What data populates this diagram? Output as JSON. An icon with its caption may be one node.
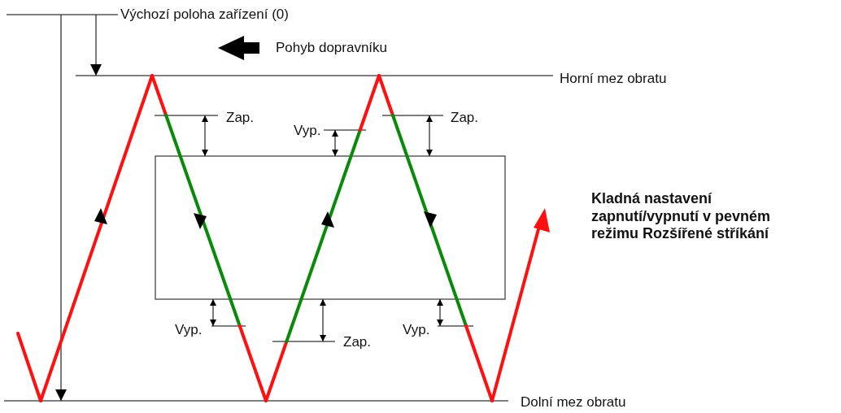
{
  "diagram": {
    "title": "Kladná nastavení zapnutí/vypnutí v pevném režimu Rozšířené stříkání",
    "nodes": [
      {
        "text": [],
        "shape": "box"
      }
    ],
    "labels": [
      "Výchozí poloha zařízení (0)",
      "Pohyb dopravníku",
      "Horní mez obratu",
      "Zap.",
      "Zap.",
      "Vyp.",
      "Vyp.",
      "Vyp.",
      "Zap.",
      "Dolní mez obratu"
    ]
  }
}
